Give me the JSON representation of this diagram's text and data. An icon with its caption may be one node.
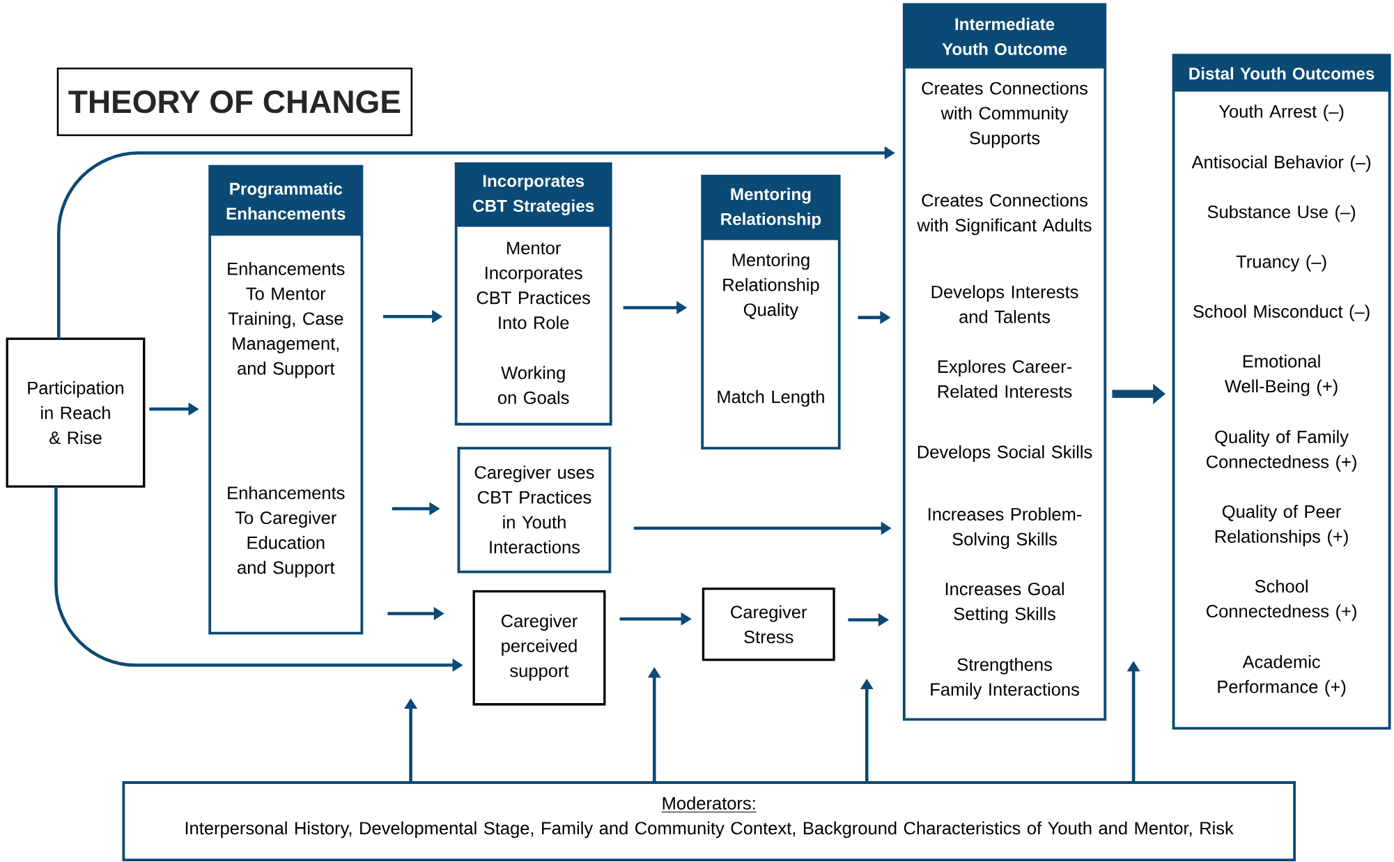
{
  "diagram": {
    "title": "THEORY OF CHANGE",
    "nodes": [
      {
        "text": [
          "Participation in Reach & Rise"
        ]
      },
      {
        "text": [
          "Programmatic Enhancements",
          "Enhancements To Mentor Training, Case Management, and Support",
          "Enhancements To Caregiver Education and Support"
        ]
      },
      {
        "text": [
          "Incorporates CBT Strategies",
          "Mentor Incorporates CBT Practices Into Role",
          "Working on Goals"
        ]
      },
      {
        "text": [
          "Mentoring Relationship",
          "Mentoring Relationship Quality",
          "Match Length"
        ]
      },
      {
        "text": [
          "Caregiver uses CBT Practices in Youth Interactions"
        ]
      },
      {
        "text": [
          "Caregiver perceived support"
        ]
      },
      {
        "text": [
          "Caregiver Stress"
        ]
      },
      {
        "text": [
          "Intermediate Youth Outcome",
          "Creates Connections with Community Supports",
          "Creates Connections with Significant Adults",
          "Develops Interests and Talents",
          "Explores Career-Related Interests",
          "Develops Social Skills",
          "Increases Problem-Solving Skills",
          "Increases Goal Setting Skills",
          "Strengthens Family Interactions"
        ]
      },
      {
        "text": [
          "Distal Youth Outcomes",
          "Youth Arrest (–)",
          "Antisocial Behavior (–)",
          "Substance Use (–)",
          "Truancy (–)",
          "School Misconduct (–)",
          "Emotional Well-Being (+)",
          "Quality of Family Connectedness (+)",
          "Quality of Peer Relationships (+)",
          "School Connectedness (+)",
          "Academic Performance (+)"
        ]
      },
      {
        "text": [
          "Moderators:",
          "Interpersonal History, Developmental Stage, Family and Community Context, Background Characteristics of Youth and Mentor, Risk"
        ]
      }
    ],
    "edges": [
      {
        "from": 0,
        "to": 1,
        "arrow": "to"
      },
      {
        "from": 0,
        "to": 7,
        "arrow": "to"
      },
      {
        "from": 0,
        "to": 5,
        "arrow": "to"
      },
      {
        "from": 1,
        "to": 2,
        "arrow": "to"
      },
      {
        "from": 1,
        "to": 4,
        "arrow": "to"
      },
      {
        "from": 1,
        "to": 5,
        "arrow": "to"
      },
      {
        "from": 2,
        "to": 3,
        "arrow": "to"
      },
      {
        "from": 4,
        "to": 7,
        "arrow": "to"
      },
      {
        "from": 3,
        "to": 7,
        "arrow": "to"
      },
      {
        "from": 5,
        "to": 6,
        "arrow": "to"
      },
      {
        "from": 6,
        "to": 7,
        "arrow": "to"
      },
      {
        "from": 7,
        "to": 8,
        "arrow": "to",
        "style": "thick"
      },
      {
        "from": 9,
        "to": null,
        "arrow": "to"
      },
      {
        "from": 9,
        "to": null,
        "arrow": "to"
      },
      {
        "from": 9,
        "to": null,
        "arrow": "to"
      },
      {
        "from": 9,
        "to": null,
        "arrow": "to"
      }
    ]
  }
}
